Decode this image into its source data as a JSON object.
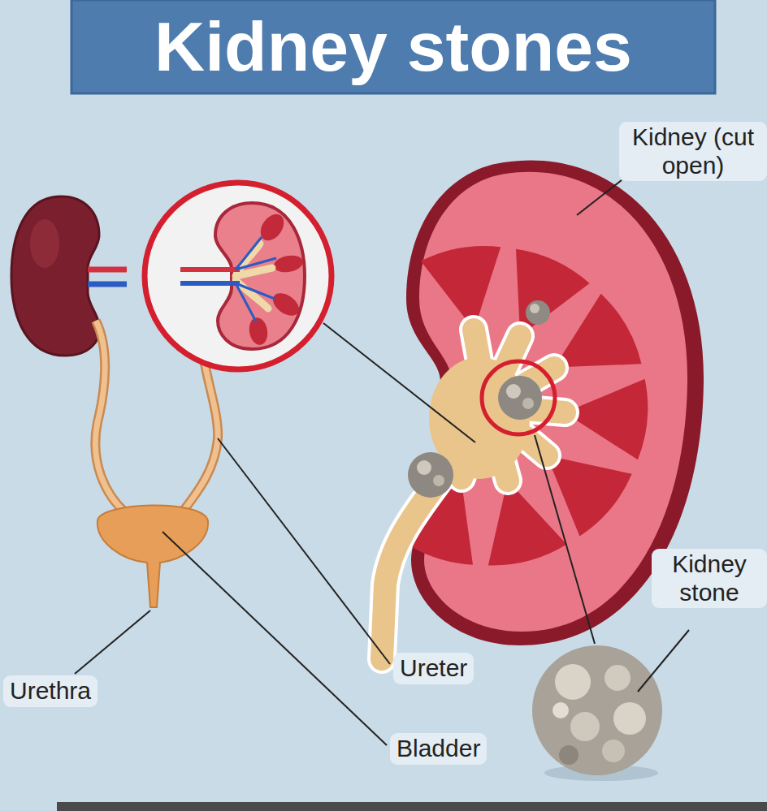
{
  "diagram": {
    "title": "Kidney stones",
    "nodes": [
      {
        "text": [
          "Kidney (cut open)"
        ]
      },
      {
        "text": [
          "Kidney stone"
        ]
      },
      {
        "text": [
          "Urethra"
        ]
      },
      {
        "text": [
          "Ureter"
        ]
      },
      {
        "text": [
          "Bladder"
        ]
      }
    ]
  }
}
